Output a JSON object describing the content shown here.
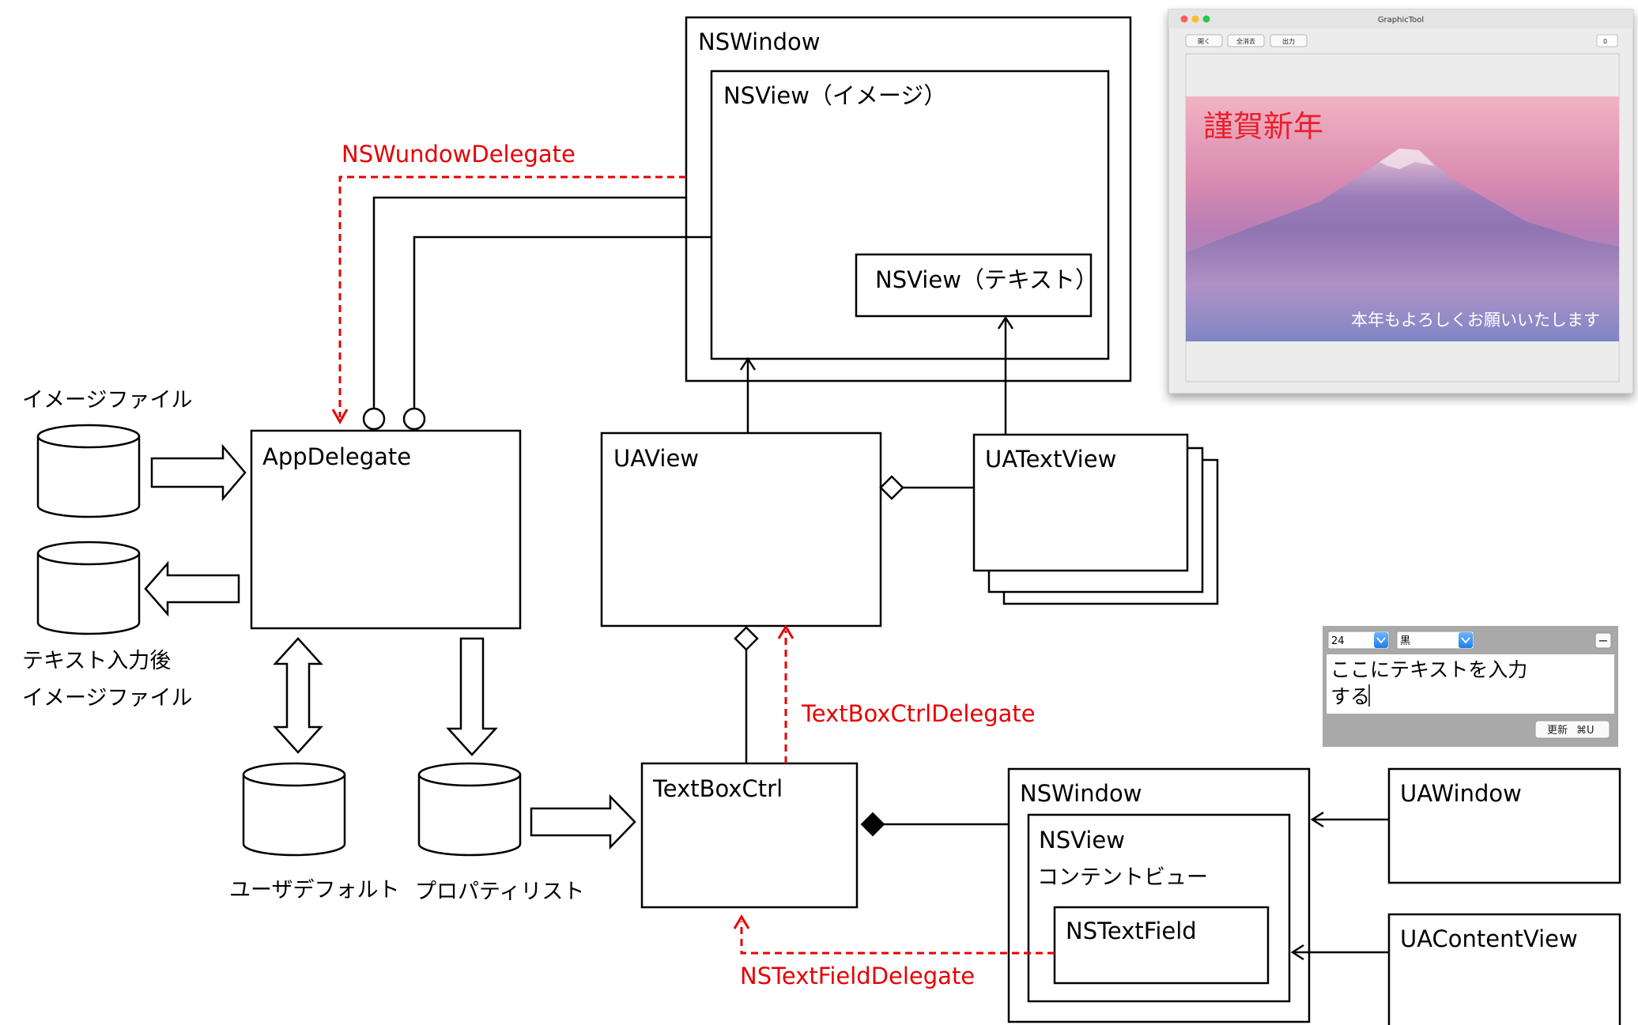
{
  "diagram": {
    "labels": {
      "nswindow_top": "NSWindow",
      "nsview_image": "NSView（イメージ）",
      "nsview_text": "NSView（テキスト）",
      "nswindow_delegate": "NSWundowDelegate",
      "appdelegate": "AppDelegate",
      "uaview": "UAView",
      "uatextview": "UATextView",
      "textboxctrl_delegate": "TextBoxCtrlDelegate",
      "textboxctrl": "TextBoxCtrl",
      "nswindow_bottom": "NSWindow",
      "nsview_content_1": "NSView",
      "nsview_content_2": "コンテントビュー",
      "nstextfield": "NSTextField",
      "nstextfield_delegate": "NSTextFieldDelegate",
      "uawindow": "UAWindow",
      "uacontentview": "UAContentView"
    },
    "storage": {
      "image_file": "イメージファイル",
      "output_file_1": "テキスト入力後",
      "output_file_2": "イメージファイル",
      "user_defaults": "ユーザデフォルト",
      "property_list": "プロパティリスト"
    },
    "colors": {
      "delegate_red": "#e60000",
      "line": "#000000"
    }
  },
  "app_window": {
    "title": "GraphicTool",
    "buttons": {
      "open": "開く",
      "clear_all": "全消去",
      "output": "出力"
    },
    "counter": "0",
    "image_greeting": "謹賀新年",
    "image_message": "本年もよろしくお願いいたします"
  },
  "text_panel": {
    "font_size": "24",
    "color": "黒",
    "text_line_1": "ここにテキストを入力",
    "text_line_2": "する",
    "update_label": "更新",
    "shortcut": "⌘U",
    "minus": "−"
  }
}
